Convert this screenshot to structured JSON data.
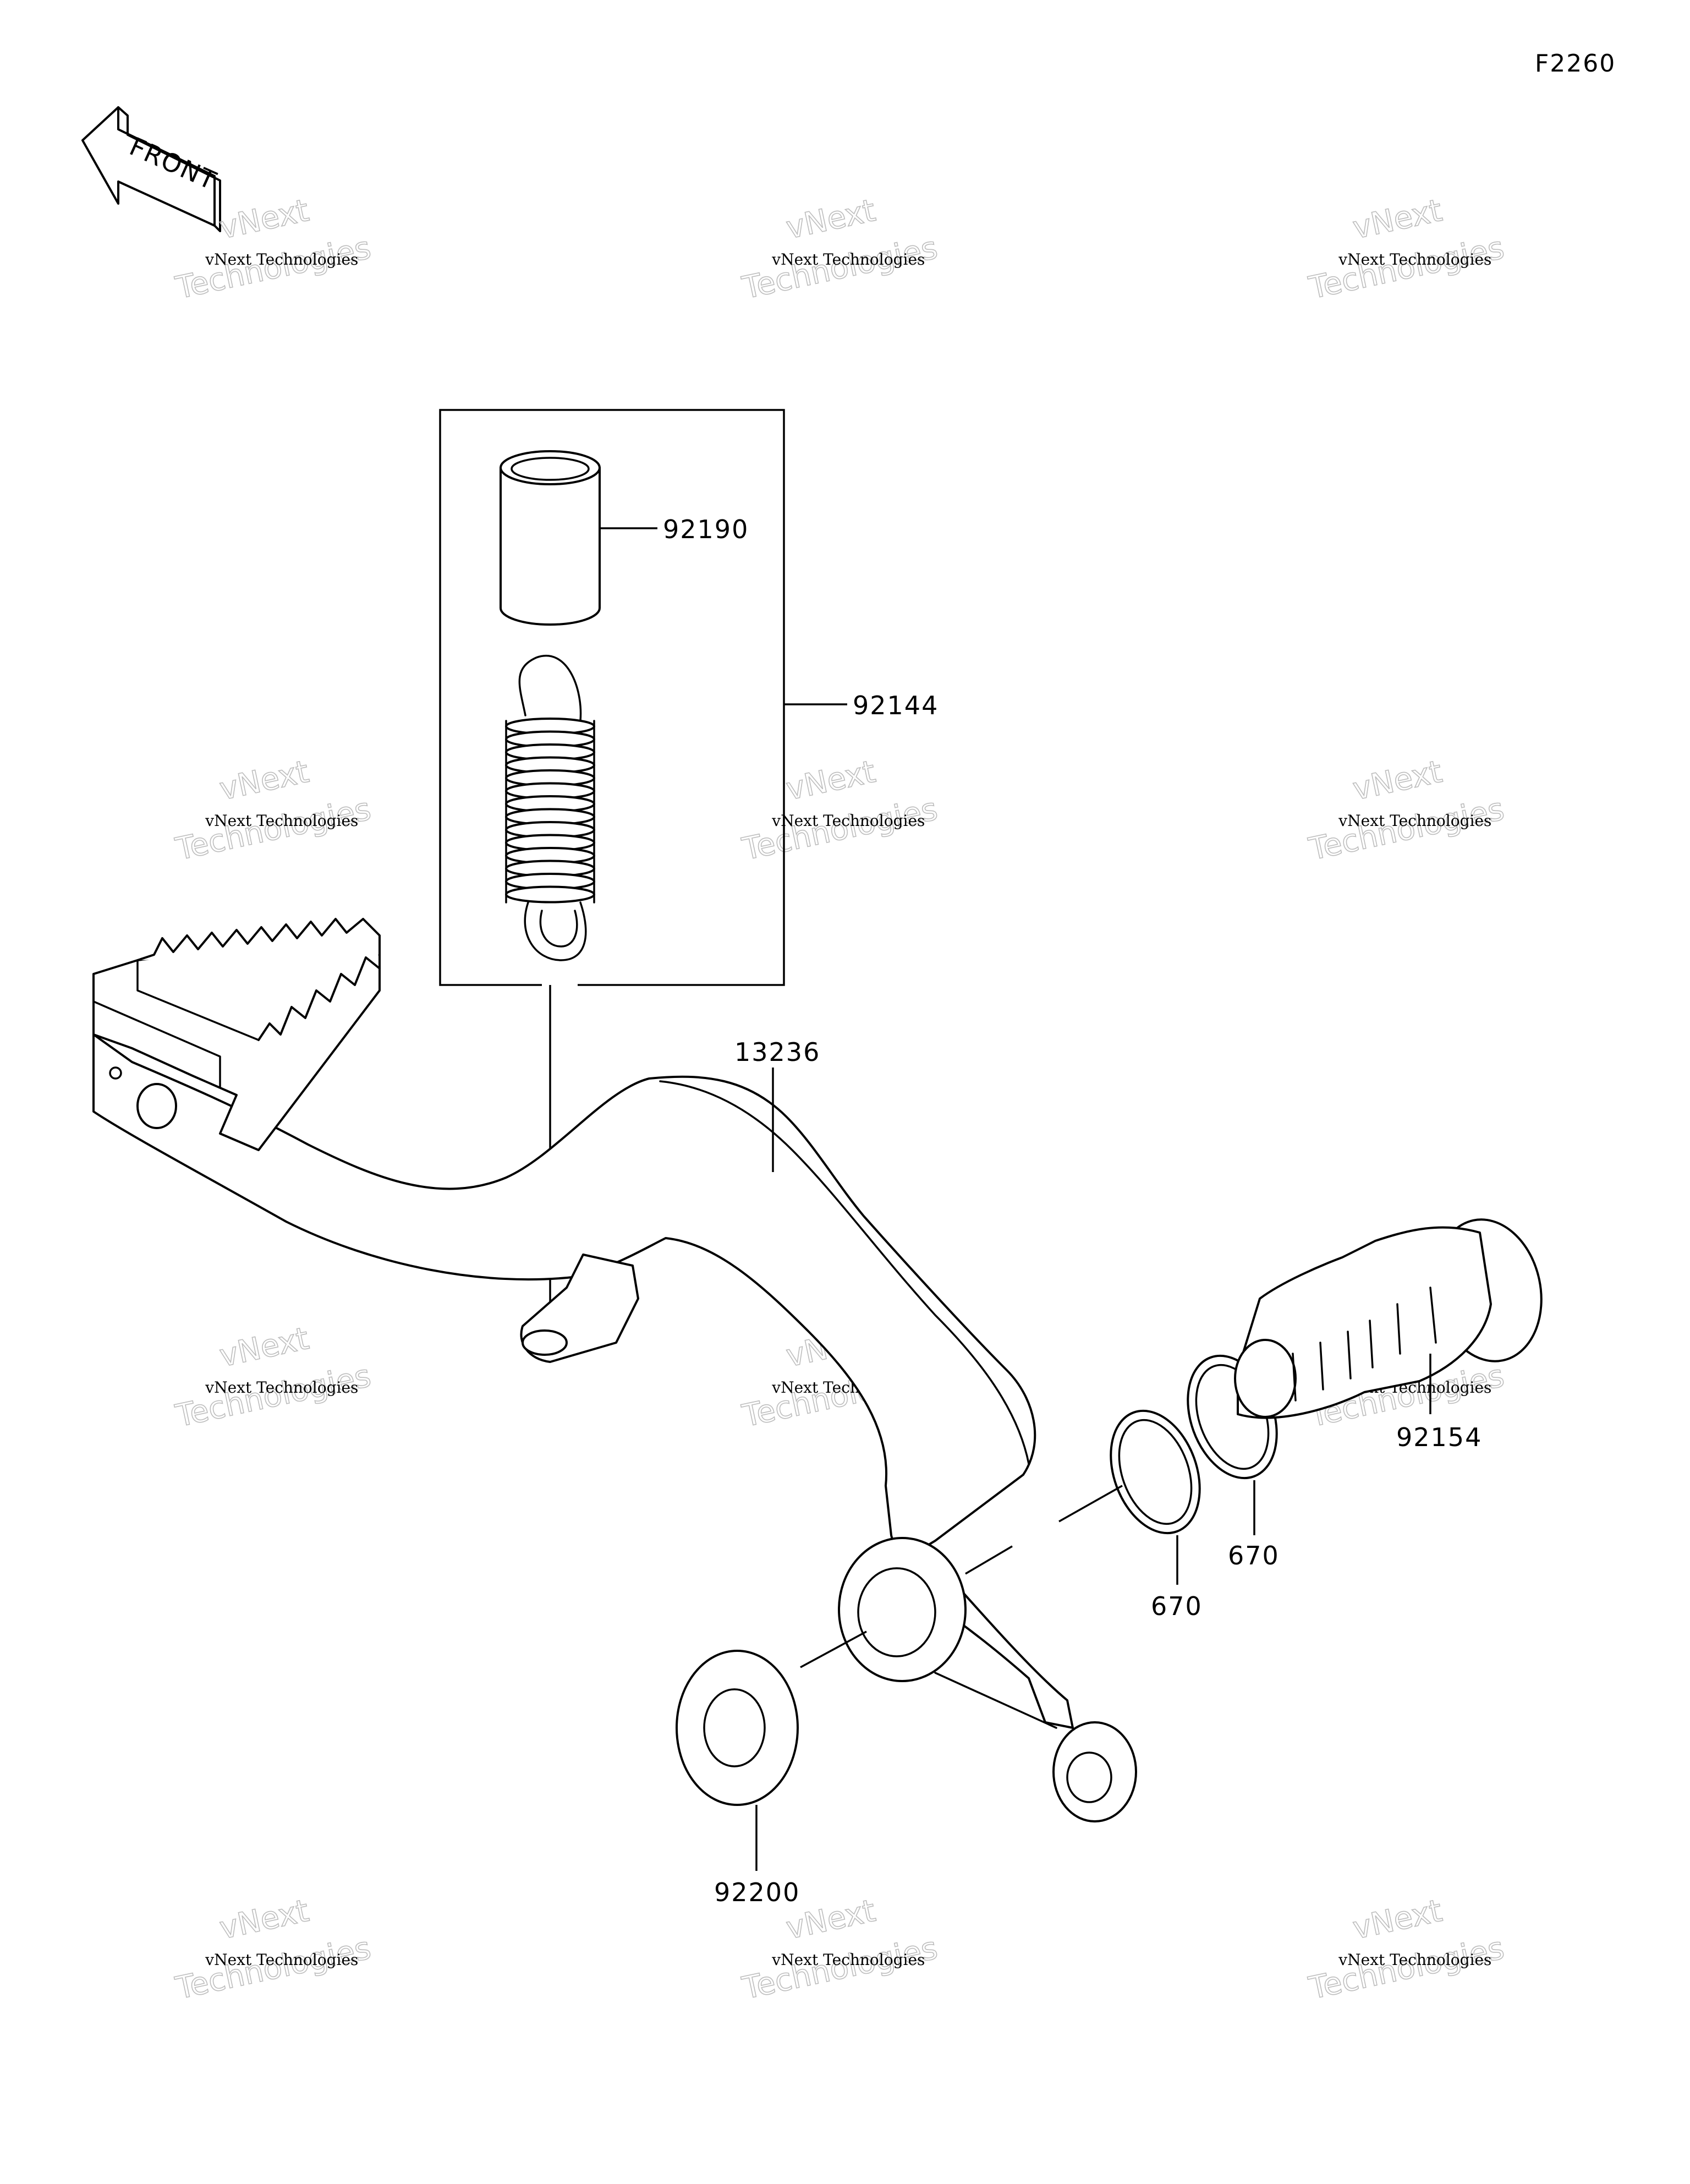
{
  "diagram": {
    "figure_code": "F2260",
    "front_label": "FRONT",
    "parts": [
      {
        "id": "p-92190",
        "number": "92190"
      },
      {
        "id": "p-92144",
        "number": "92144"
      },
      {
        "id": "p-13236",
        "number": "13236"
      },
      {
        "id": "p-92154",
        "number": "92154"
      },
      {
        "id": "p-670a",
        "number": "670"
      },
      {
        "id": "p-670b",
        "number": "670"
      },
      {
        "id": "p-92200",
        "number": "92200"
      }
    ],
    "watermark": {
      "line_small": "vNext Technologies",
      "big_top": "vNext",
      "big_bottom": "Technologies"
    }
  }
}
